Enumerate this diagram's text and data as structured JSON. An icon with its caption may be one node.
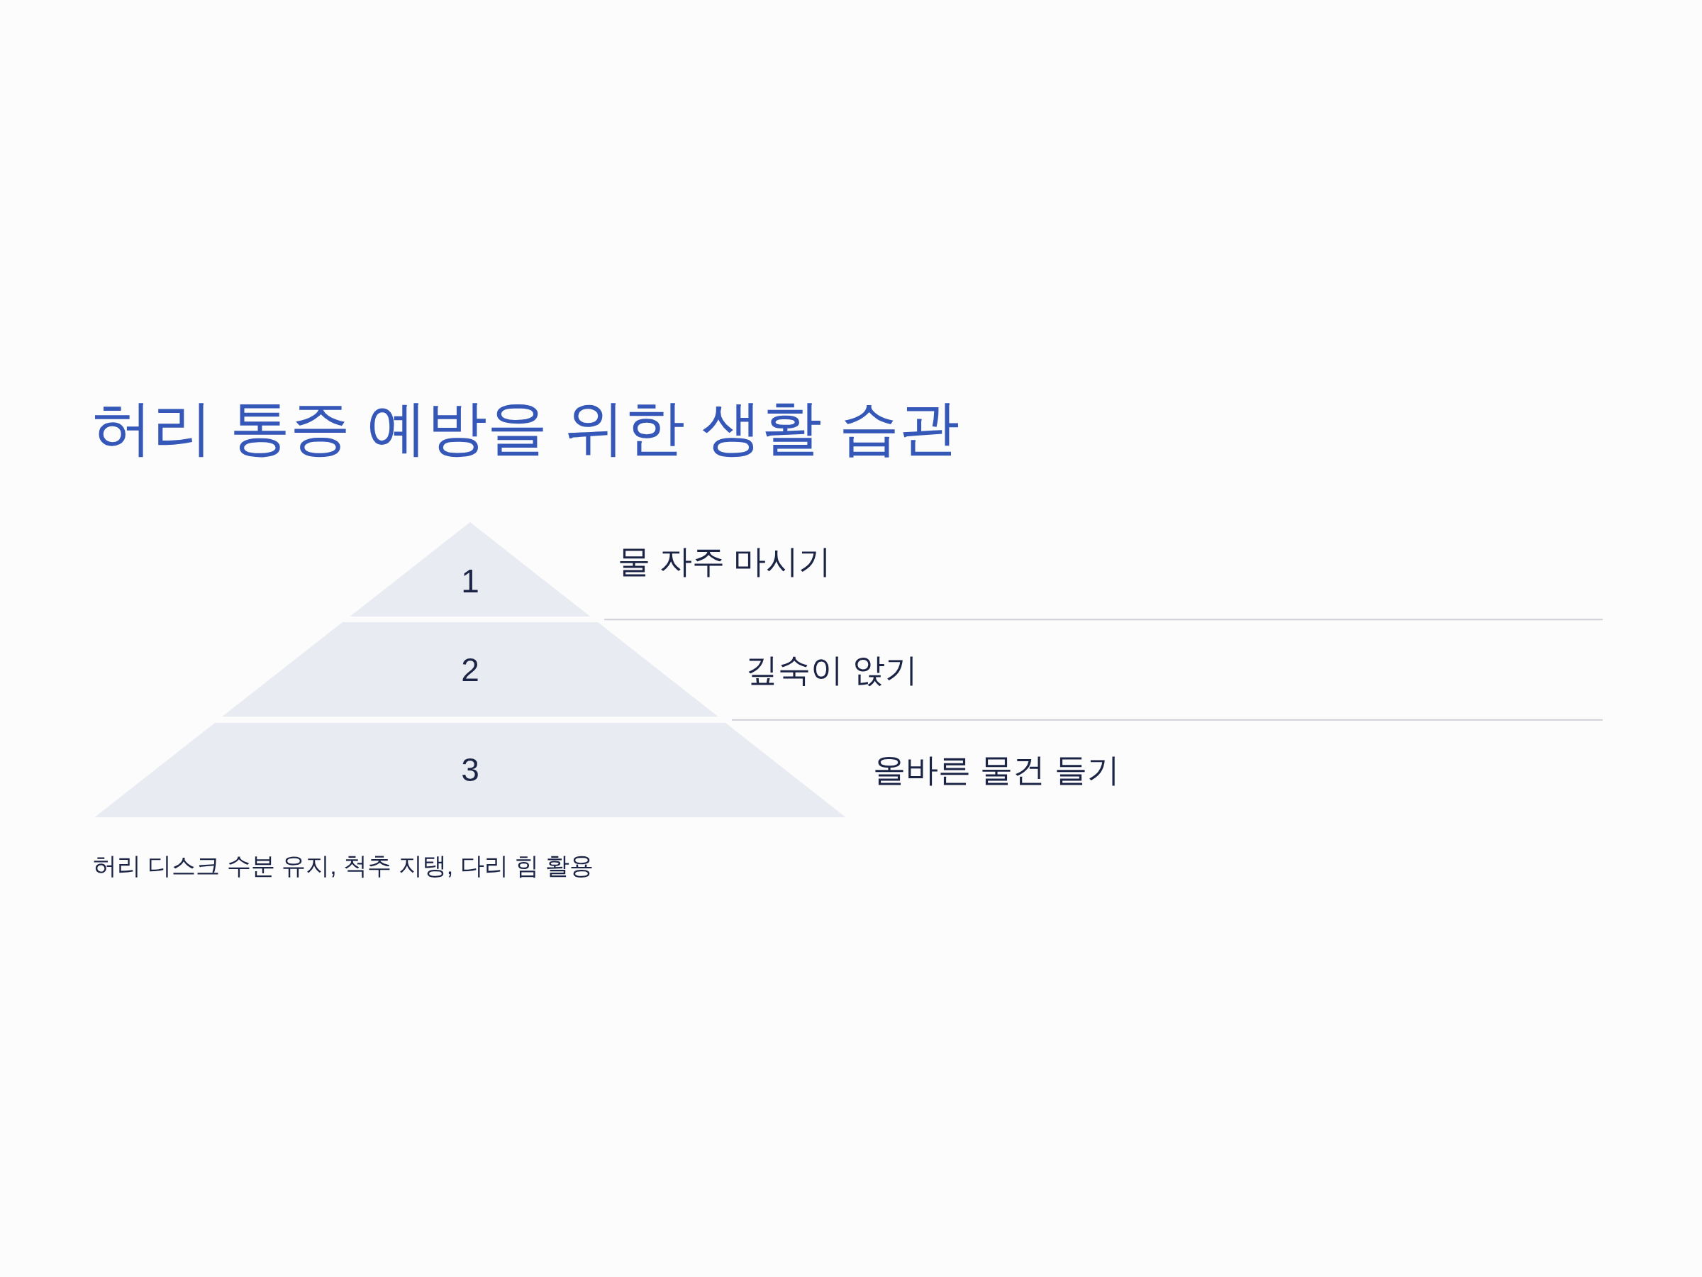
{
  "diagram": {
    "title": "허리 통증 예방을 위한 생활 습관",
    "nodes": [
      {
        "text": [
          "1"
        ],
        "beside": [
          "물 자주 마시기"
        ]
      },
      {
        "text": [
          "2"
        ],
        "beside": [
          "깊숙이 앉기"
        ]
      },
      {
        "text": [
          "3"
        ],
        "beside": [
          "올바른 물건 들기"
        ]
      }
    ],
    "caption": "허리 디스크 수분 유지, 척추 지탱, 다리 힘 활용"
  }
}
